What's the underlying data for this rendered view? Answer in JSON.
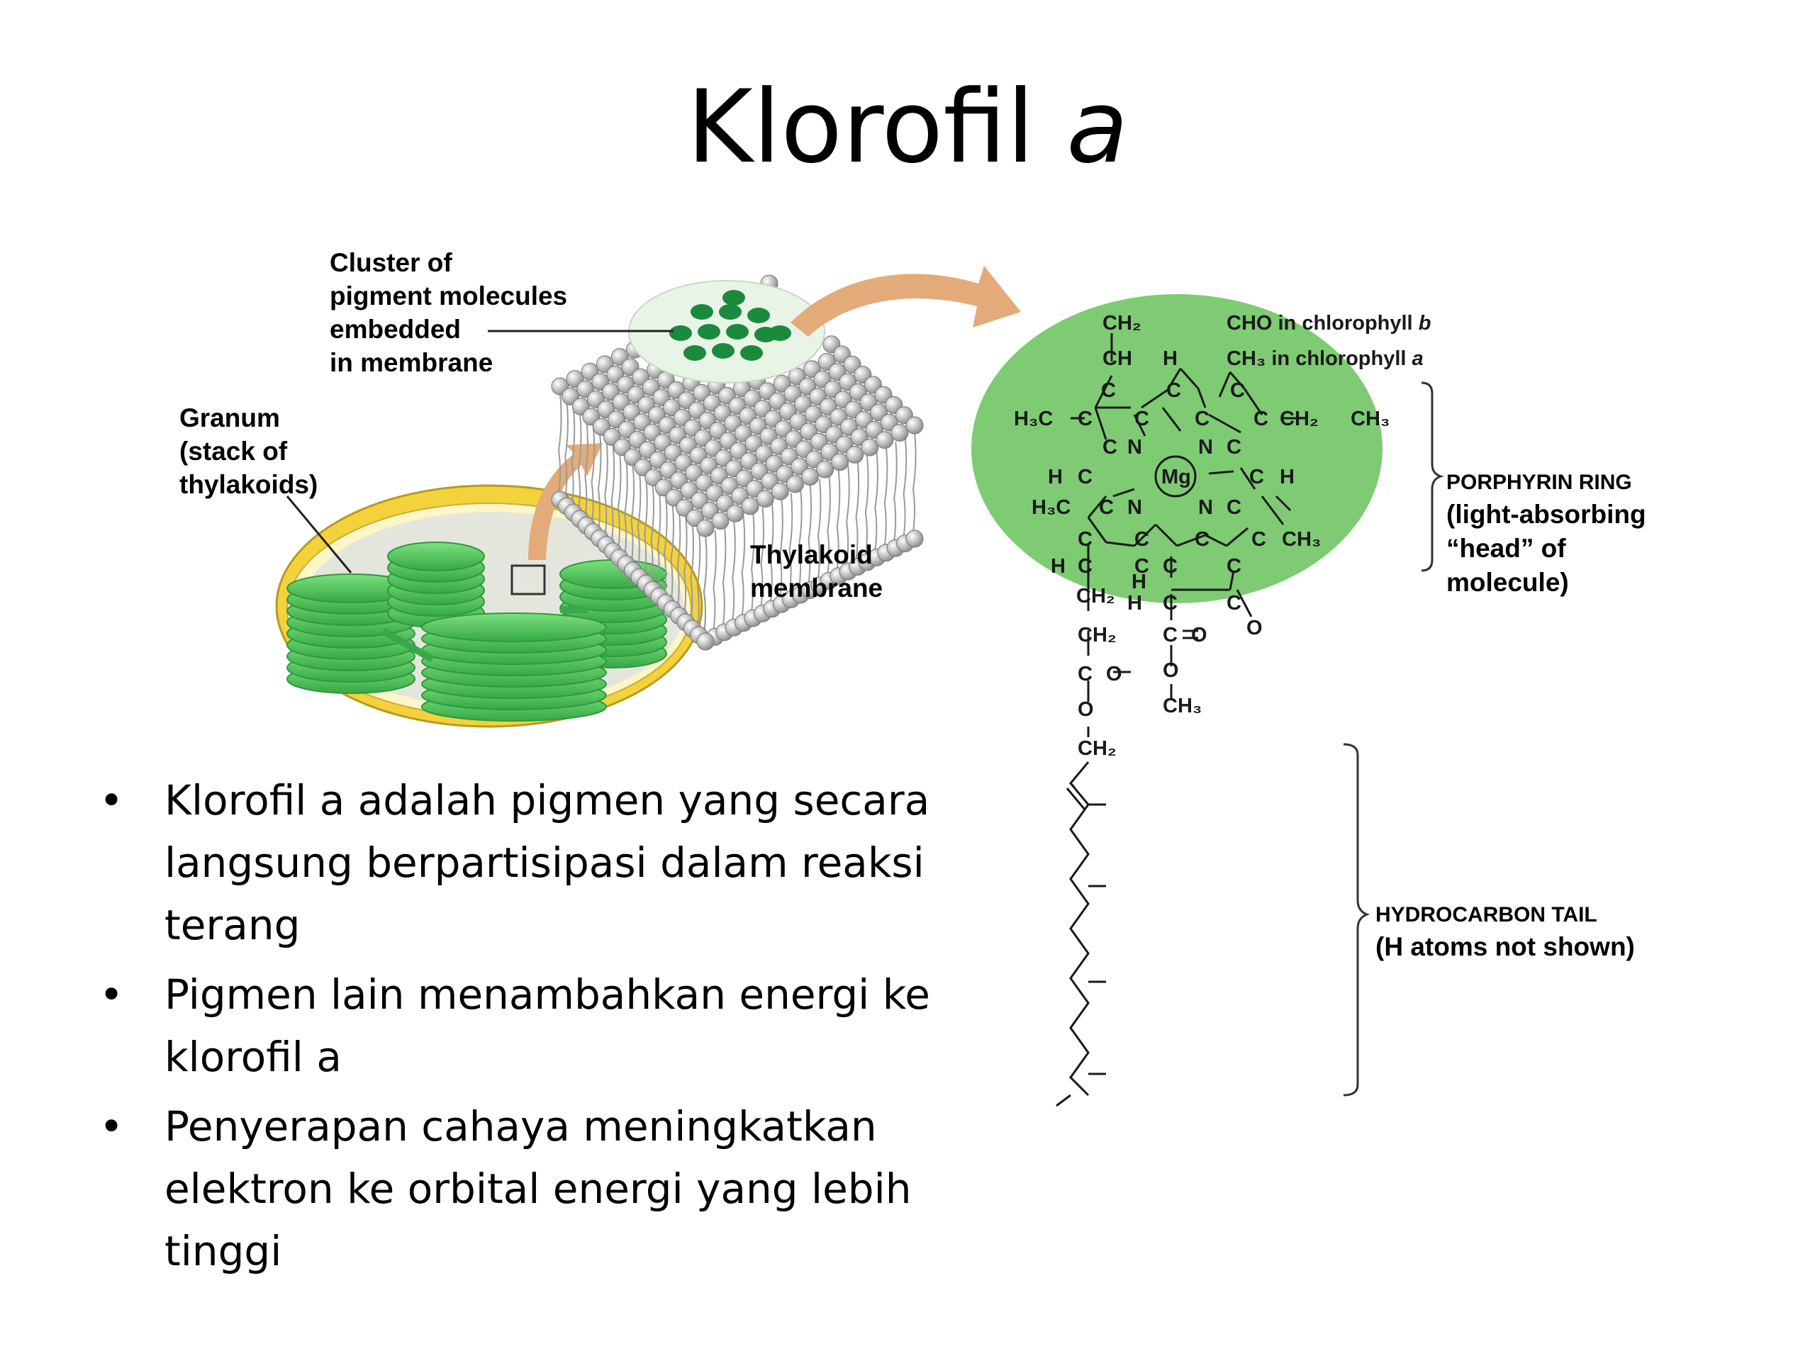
{
  "title": {
    "main": "Klorofil",
    "italic": "a"
  },
  "labels": {
    "cluster": [
      "Cluster of",
      "pigment molecules",
      "embedded",
      "in membrane"
    ],
    "granum": [
      "Granum",
      "(stack of",
      "thylakoids)"
    ],
    "thylakoid": [
      "Thylakoid",
      "membrane"
    ],
    "cho_b": "CHO in chlorophyll",
    "cho_b_em": "b",
    "ch3_a": "in chlorophyll",
    "ch3_a_em": "a",
    "porphyrin": [
      "PORPHYRIN RING",
      "(light-absorbing",
      "“head” of",
      "molecule)"
    ],
    "hydrocarbon": [
      "HYDROCARBON TAIL",
      "(H atoms not shown)"
    ],
    "mg": "Mg"
  },
  "bullets": [
    "Klorofil a adalah pigmen yang secara langsung berpartisipasi dalam reaksi terang",
    "Pigmen lain menambahkan energi ke klorofil a",
    "Penyerapan cahaya meningkatkan elektron ke orbital energi yang lebih tinggi"
  ],
  "colors": {
    "head_green": "#7ecb74",
    "thylakoid_green": "#52c05a",
    "outer_yellow": "#f3d23c",
    "arrow_tan": "#e3ab79",
    "pigment_green": "#1c8a3c"
  }
}
